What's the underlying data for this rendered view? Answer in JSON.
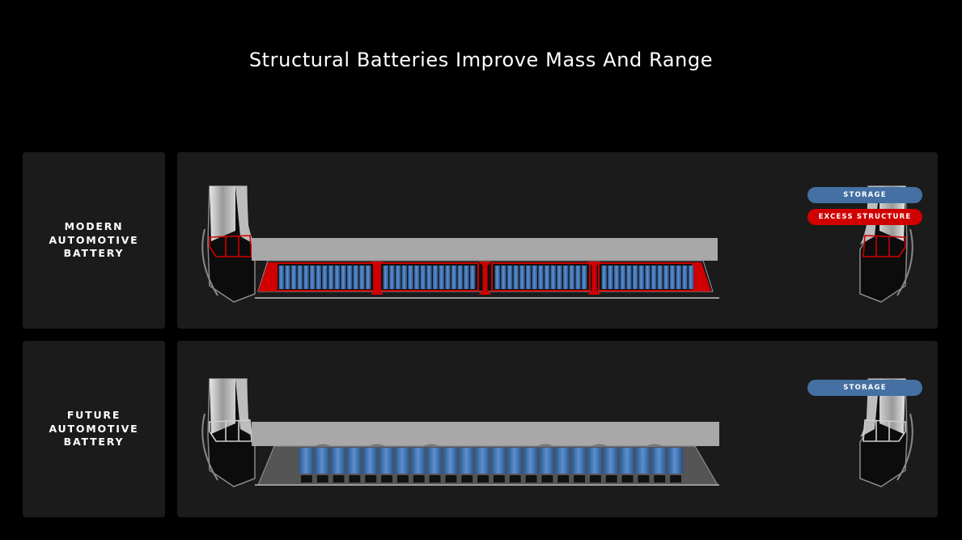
{
  "title": "Structural Batteries Improve Mass And Range",
  "rows": [
    {
      "label_lines": [
        "MODERN",
        "AUTOMOTIVE",
        "BATTERY"
      ],
      "legend": [
        {
          "label": "STORAGE",
          "color": "#4470a3"
        },
        {
          "label": "EXCESS STRUCTURE",
          "color": "#d00000"
        }
      ],
      "modules": 4,
      "cells_per_module": 15
    },
    {
      "label_lines": [
        "FUTURE",
        "AUTOMOTIVE",
        "BATTERY"
      ],
      "legend": [
        {
          "label": "STORAGE",
          "color": "#4470a3"
        }
      ],
      "cells": 24
    }
  ],
  "colors": {
    "background": "#000000",
    "panel": "#1b1b1b",
    "storage": "#4470a3",
    "excess_structure": "#d00000",
    "body_structure": "#a8a8a8"
  }
}
